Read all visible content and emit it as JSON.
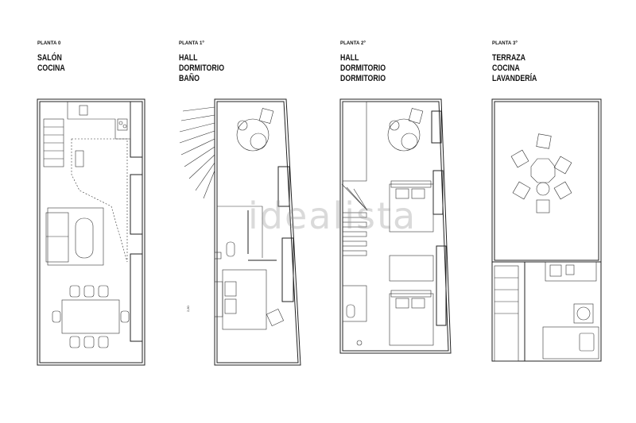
{
  "floors": [
    {
      "level": "PLANTA 0",
      "rooms": [
        "SALÓN",
        "COCINA"
      ]
    },
    {
      "level": "PLANTA 1º",
      "rooms": [
        "HALL",
        "DORMITORIO",
        "BAÑO"
      ]
    },
    {
      "level": "PLANTA 2º",
      "rooms": [
        "HALL",
        "DORMITORIO",
        "DORMITORIO"
      ]
    },
    {
      "level": "PLANTA 3º",
      "rooms": [
        "TERRAZA",
        "COCINA",
        "LAVANDERÍA"
      ]
    }
  ],
  "dimension_label": "2,80",
  "watermark": "idealista",
  "colors": {
    "line": "#222222",
    "background": "#ffffff",
    "watermark": "#969696"
  }
}
